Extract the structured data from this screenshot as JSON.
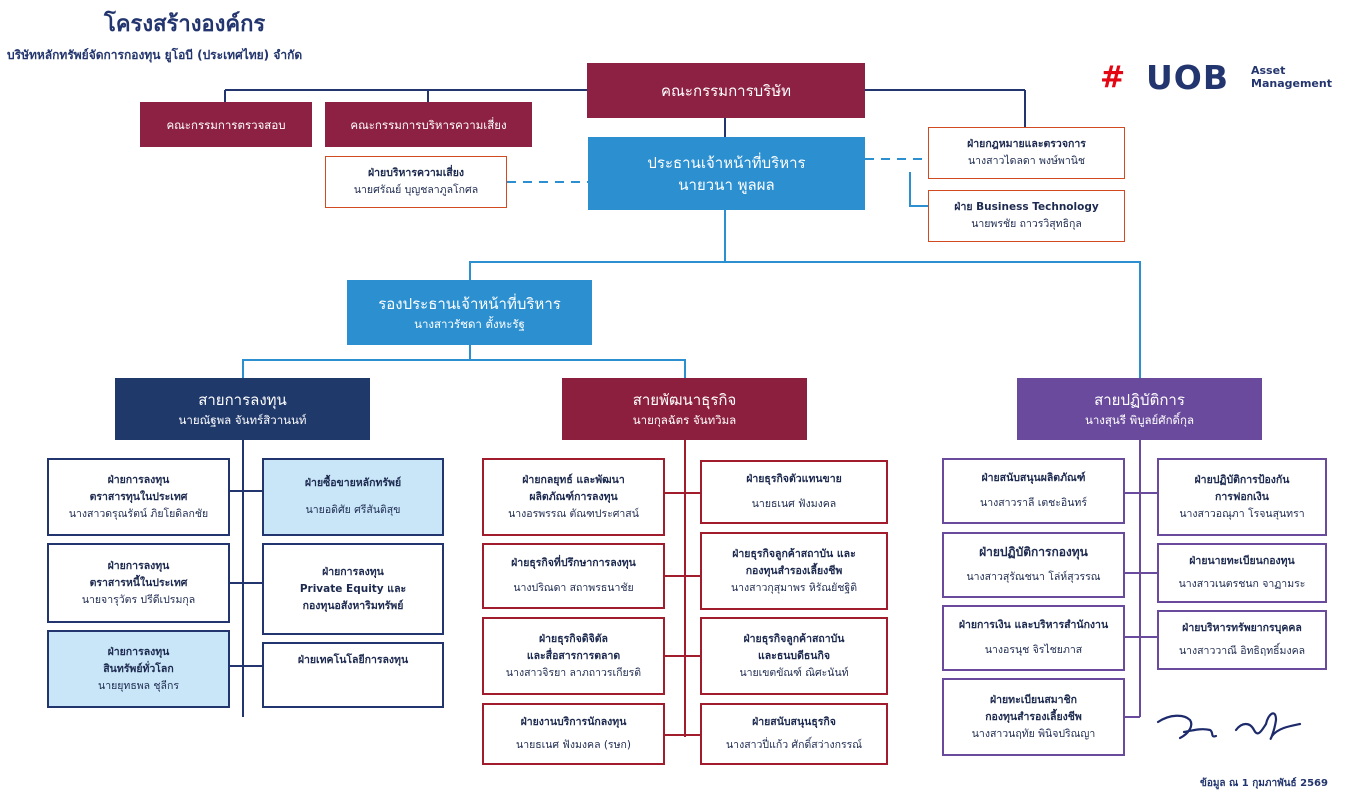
{
  "header": {
    "title": "โครงสร้างองค์กร",
    "company": "บริษัทหลักทรัพย์จัดการกองทุน ยูโอบี (ประเทศไทย) จำกัด"
  },
  "logo": {
    "mark": "#",
    "brand": "UOB",
    "line1": "Asset",
    "line2": "Management",
    "colors": {
      "red": "#e30613",
      "navy": "#23356e"
    }
  },
  "board": {
    "label": "คณะกรรมการบริษัท"
  },
  "audit_committee": {
    "label": "คณะกรรมการตรวจสอบ"
  },
  "risk_committee": {
    "label": "คณะกรรมการบริหารความเสี่ยง"
  },
  "risk_dept": {
    "name": "ฝ่ายบริหารความเสี่ยง",
    "person": "นายศรัณย์ บุญชลาภูลโกศล"
  },
  "ceo": {
    "title": "ประธานเจ้าหน้าที่บริหาร",
    "person": "นายวนา พูลผล"
  },
  "legal_dept": {
    "name": "ฝ่ายกฎหมายและตรวจการ",
    "person": "นางสาวไดลดา พงษ์พานิช"
  },
  "biz_tech_dept": {
    "name": "ฝ่าย Business Technology",
    "person": "นายพรชัย ถาวรวิสุทธิกุล"
  },
  "deputy_ceo": {
    "title": "รองประธานเจ้าหน้าที่บริหาร",
    "person": "นางสาวรัชดา ตั้งหะรัฐ"
  },
  "investment": {
    "title": "สายการลงทุน",
    "head": "นายณัฐพล จันทร์สิวานนท์",
    "depts": [
      {
        "l1": "ฝ่ายการลงทุน",
        "l2": "ตราสารทุนในประเทศ",
        "person": "นางสาวดรุณรัตน์ ภิยโยดิลกชัย"
      },
      {
        "l1": "ฝ่ายซื้อขายหลักทรัพย์",
        "person": "นายอดิศัย ศรีสันติสุข"
      },
      {
        "l1": "ฝ่ายการลงทุน",
        "l2": "ตราสารหนี้ในประเทศ",
        "person": "นายจารุวัตร ปรีดีเปรมกุล"
      },
      {
        "l1": "ฝ่ายการลงทุน",
        "l2": "Private Equity และ",
        "l3": "กองทุนอสังหาริมทรัพย์"
      },
      {
        "l1": "ฝ่ายการลงทุน",
        "l2": "สินทรัพย์ทั่วโลก",
        "person": "นายยุทธพล ชุลีกร"
      },
      {
        "l1": "ฝ่ายเทคโนโลยีการลงทุน"
      }
    ]
  },
  "business": {
    "title": "สายพัฒนาธุรกิจ",
    "head": "นายกุลฉัตร จันทวิมล",
    "depts": [
      {
        "l1": "ฝ่ายกลยุทธ์ และพัฒนา",
        "l2": "ผลิตภัณฑ์การลงทุน",
        "person": "นางอรพรรณ ตัณฑประศาสน์"
      },
      {
        "l1": "ฝ่ายธุรกิจตัวแทนขาย",
        "person": "นายธเนศ ฟังมงคล"
      },
      {
        "l1": "ฝ่ายธุรกิจที่ปรึกษาการลงทุน",
        "person": "นางปริณดา สถาพรธนาชัย"
      },
      {
        "l1": "ฝ่ายธุรกิจลูกค้าสถาบัน และ",
        "l2": "กองทุนสำรองเลี้ยงชีพ",
        "person": "นางสาวกุสุมาพร หิรัณยัชฐิติ"
      },
      {
        "l1": "ฝ่ายธุรกิจดิจิตัล",
        "l2": "และสื่อสารการตลาด",
        "person": "นางสาวจิรยา ลาภถาวรเกียรติ"
      },
      {
        "l1": "ฝ่ายธุรกิจลูกค้าสถาบัน",
        "l2": "และธนบดีธนกิจ",
        "person": "นายเขตขัณฑ์ ณิศะนันท์"
      },
      {
        "l1": "ฝ่ายงานบริการนักลงทุน",
        "person": "นายธเนศ ฟังมงคล (รษก)"
      },
      {
        "l1": "ฝ่ายสนับสนุนธุรกิจ",
        "person": "นางสาวปี่แก้ว ศักดิ์สว่างกรรณ์"
      }
    ]
  },
  "operations": {
    "title": "สายปฏิบัติการ",
    "head": "นางสุนรี พิบูลย์ศักดิ์กุล",
    "depts": [
      {
        "l1": "ฝ่ายสนับสนุนผลิตภัณฑ์",
        "person": "นางสาวราลี เตชะอินทร์"
      },
      {
        "l1": "ฝ่ายปฏิบัติการป้องกัน",
        "l2": "การฟอกเงิน",
        "person": "นางสาวอณุภา โรจนสุนทรา"
      },
      {
        "l1": "ฝ่ายปฏิบัติการกองทุน",
        "person": "นางสาวสุรัณชนา โล่ห์สุวรรณ"
      },
      {
        "l1": "ฝ่ายนายทะเบียนกองทุน",
        "person": "นางสาวเนตรชนก จาฏามระ"
      },
      {
        "l1": "ฝ่ายการเงิน และบริหารสำนักงาน",
        "person": "นางอรนุช จิรไชยภาส"
      },
      {
        "l1": "ฝ่ายบริหารทรัพยากรบุคคล",
        "person": "นางสาววาณี อิทธิฤทธิ์มงคล"
      },
      {
        "l1": "ฝ่ายทะเบียนสมาชิก",
        "l2": "กองทุนสำรองเลี้ยงชีพ",
        "person": "นางสาวนฤทัย พินิจปริณญา"
      }
    ]
  },
  "footer": {
    "date": "ข้อมูล ณ 1 กุมภาพันธ์ 2569"
  }
}
